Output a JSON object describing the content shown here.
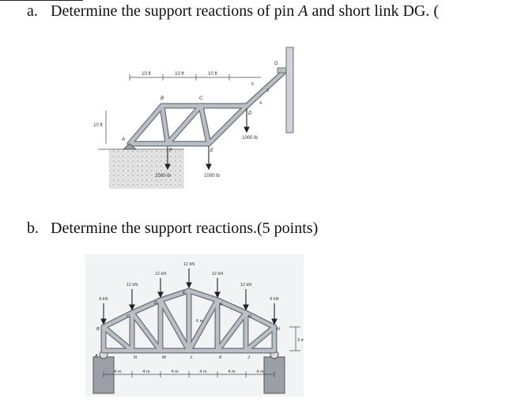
{
  "problem_a": {
    "label": "a.",
    "text_before": "Determine the support reactions of pin ",
    "italic": "A",
    "text_after": " and short link DG. ("
  },
  "problem_b": {
    "label": "b.",
    "text": "Determine the support reactions.(5 points)"
  },
  "figure_a": {
    "dims": [
      "10 ft",
      "10 ft",
      "10 ft"
    ],
    "height": "10 ft",
    "nodes": [
      "A",
      "B",
      "C",
      "D",
      "E",
      "F",
      "G"
    ],
    "loads": [
      "2500 lb",
      "1000 lb",
      "1000 lb"
    ],
    "slope": [
      "5",
      "3",
      "4"
    ],
    "colors": {
      "member": "#b9bfc5",
      "member_edge": "#6b7077",
      "ground": "#d8d8d8",
      "wall": "#cfd3d7"
    }
  },
  "figure_b": {
    "loads": [
      "6 kN",
      "12 kN",
      "12 kN",
      "12 kN",
      "12 kN",
      "12 kN",
      "6 kN"
    ],
    "nodes_top": [
      "A",
      "B",
      "C",
      "D",
      "E",
      "F",
      "G",
      "H"
    ],
    "nodes_bottom": [
      "N",
      "M",
      "L",
      "K",
      "J"
    ],
    "dims": [
      "4 m",
      "4 m",
      "4 m",
      "4 m",
      "4 m",
      "4 m"
    ],
    "heights": [
      "6 m",
      "3 m"
    ],
    "colors": {
      "member": "#b9bfc5",
      "member_edge": "#6b7077",
      "pier": "#9aa0a6"
    }
  }
}
